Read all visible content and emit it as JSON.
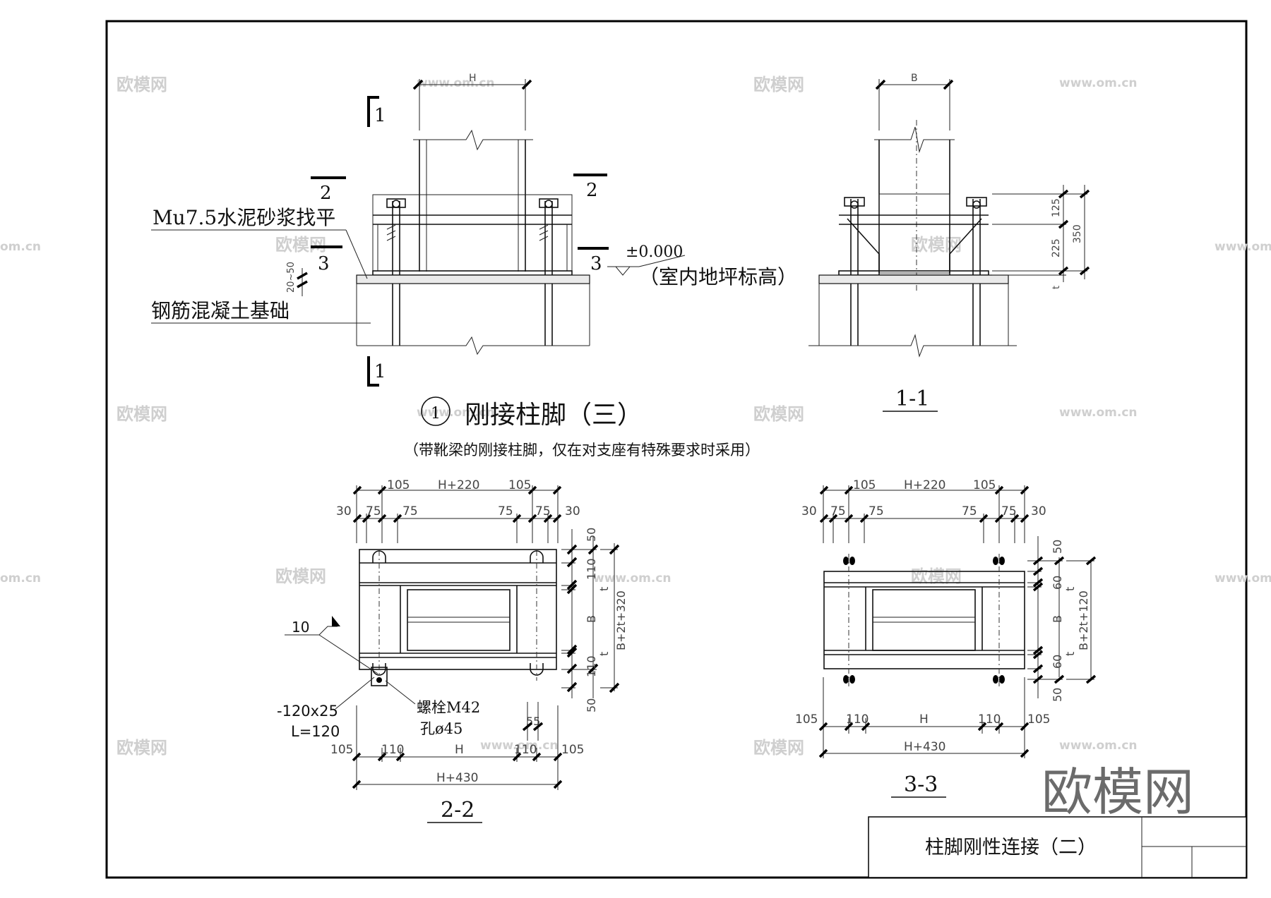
{
  "watermark": {
    "brand": "欧模网",
    "url": "www.om.cn",
    "url_partial": "om.cn",
    "big_logo": "欧模网"
  },
  "elevation": {
    "dim_top": "H",
    "section_mark_1": "1",
    "section_mark_2": "2",
    "section_mark_3": "3",
    "label_mortar": "Mu7.5水泥砂浆找平",
    "label_foundation": "钢筋混凝土基础",
    "dim_mortar": "20~50",
    "level_value": "±0.000",
    "level_desc": "（室内地坪标高）"
  },
  "section_1_1": {
    "dim_top": "B",
    "dim_125": "125",
    "dim_225": "225",
    "dim_350": "350",
    "dim_t": "t",
    "caption": "1-1"
  },
  "detail_title": {
    "number": "1",
    "title": "刚接柱脚（三）",
    "note": "（带靴梁的刚接柱脚，仅在对支座有特殊要求时采用）"
  },
  "section_2_2": {
    "top_row1": [
      "105",
      "H+220",
      "105"
    ],
    "top_row2": [
      "30",
      "75",
      "75",
      "75",
      "75",
      "30"
    ],
    "right_dims": [
      "50",
      "110",
      "t",
      "B",
      "t",
      "110",
      "50"
    ],
    "right_total": "B+2t+320",
    "weld_size": "10",
    "plate_label_1": "-120x25",
    "plate_label_2": "L=120",
    "bolt_label": "螺栓M42",
    "hole_label": "孔ø45",
    "dim_55": "55",
    "bottom_row": [
      "105",
      "110",
      "H",
      "110",
      "105"
    ],
    "bottom_total": "H+430",
    "caption": "2-2"
  },
  "section_3_3": {
    "top_row1": [
      "105",
      "H+220",
      "105"
    ],
    "top_row2": [
      "30",
      "75",
      "75",
      "75",
      "75",
      "30"
    ],
    "right_dims": [
      "50",
      "60",
      "t",
      "B",
      "t",
      "60",
      "50"
    ],
    "right_total": "B+2t+120",
    "bottom_row": [
      "105",
      "110",
      "H",
      "110",
      "105"
    ],
    "bottom_total": "H+430",
    "caption": "3-3"
  },
  "title_block": {
    "drawing_title": "柱脚刚性连接（二）"
  }
}
